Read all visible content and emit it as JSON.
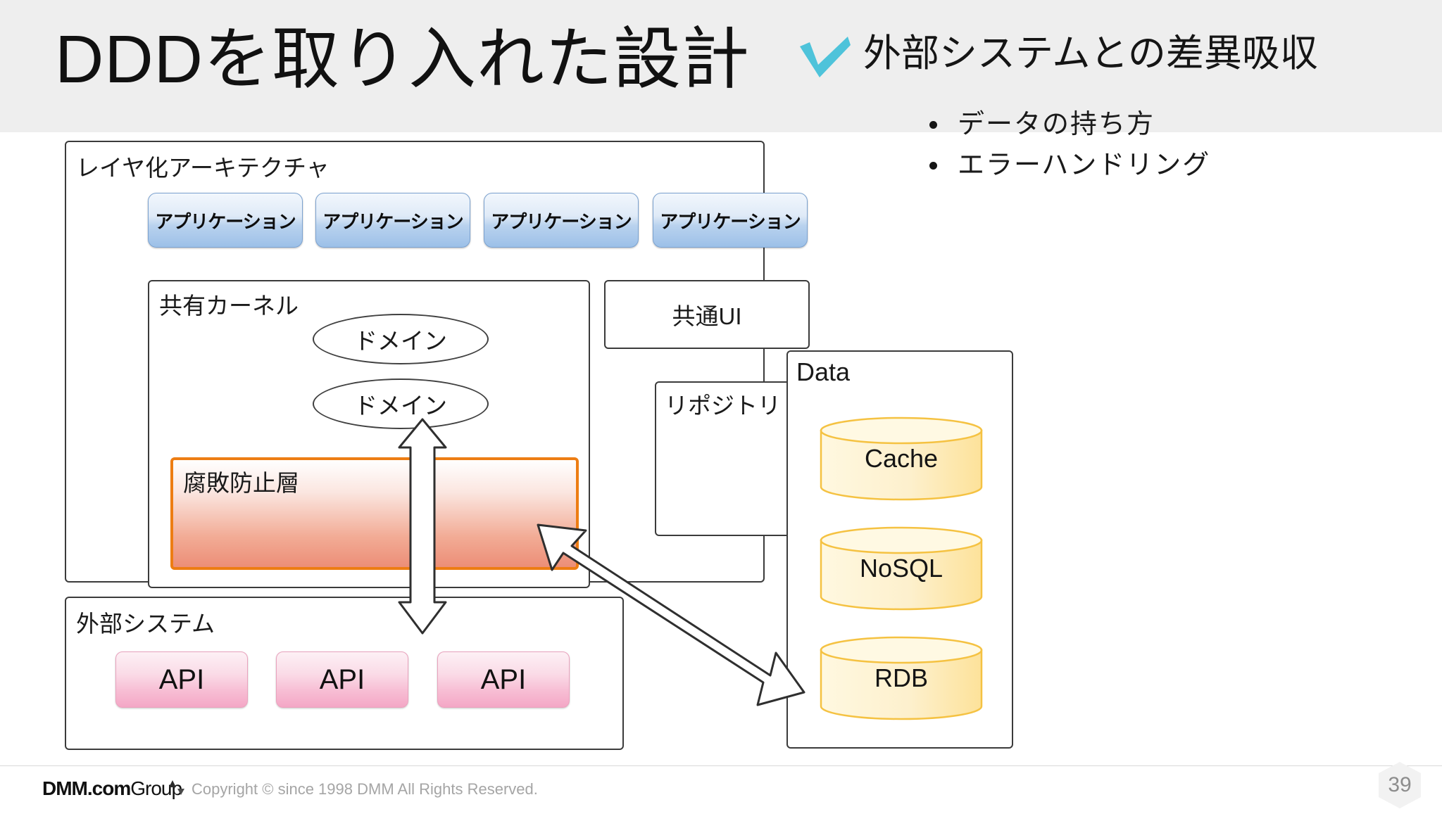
{
  "slide": {
    "title": "DDDを取り入れた設計",
    "page_number": "39"
  },
  "diagram": {
    "architecture": {
      "label": "レイヤ化アーキテクチャ",
      "applications": [
        {
          "label": "アプリケーション"
        },
        {
          "label": "アプリケーション"
        },
        {
          "label": "アプリケーション"
        },
        {
          "label": "アプリケーション"
        }
      ],
      "shared_kernel": {
        "label": "共有カーネル",
        "domains": [
          {
            "label": "ドメイン"
          },
          {
            "label": "ドメイン"
          }
        ],
        "anti_corruption_layer": {
          "label": "腐敗防止層",
          "border_color": "#ed7d13",
          "fill_from": "#ffffff",
          "fill_to": "#ec8e77"
        }
      },
      "common_ui": {
        "label": "共通UI"
      },
      "repository": {
        "label": "リポジトリ"
      }
    },
    "external_system": {
      "label": "外部システム",
      "apis": [
        {
          "label": "API"
        },
        {
          "label": "API"
        },
        {
          "label": "API"
        }
      ],
      "api_color": "#f4a7c6"
    },
    "data": {
      "label": "Data",
      "stores": [
        {
          "label": "Cache"
        },
        {
          "label": "NoSQL"
        },
        {
          "label": "RDB"
        }
      ],
      "store_color": "#ffd966"
    }
  },
  "right_column": {
    "heading": "外部システムとの差異吸収",
    "check_color": "#4EC3DA",
    "bullets": [
      {
        "label": "データの持ち方"
      },
      {
        "label": "エラーハンドリング"
      }
    ]
  },
  "footer": {
    "logo_main": "DMM",
    "logo_com": ".com",
    "logo_group": "Group",
    "copyright": "Copyright © since 1998 DMM All Rights Reserved."
  }
}
